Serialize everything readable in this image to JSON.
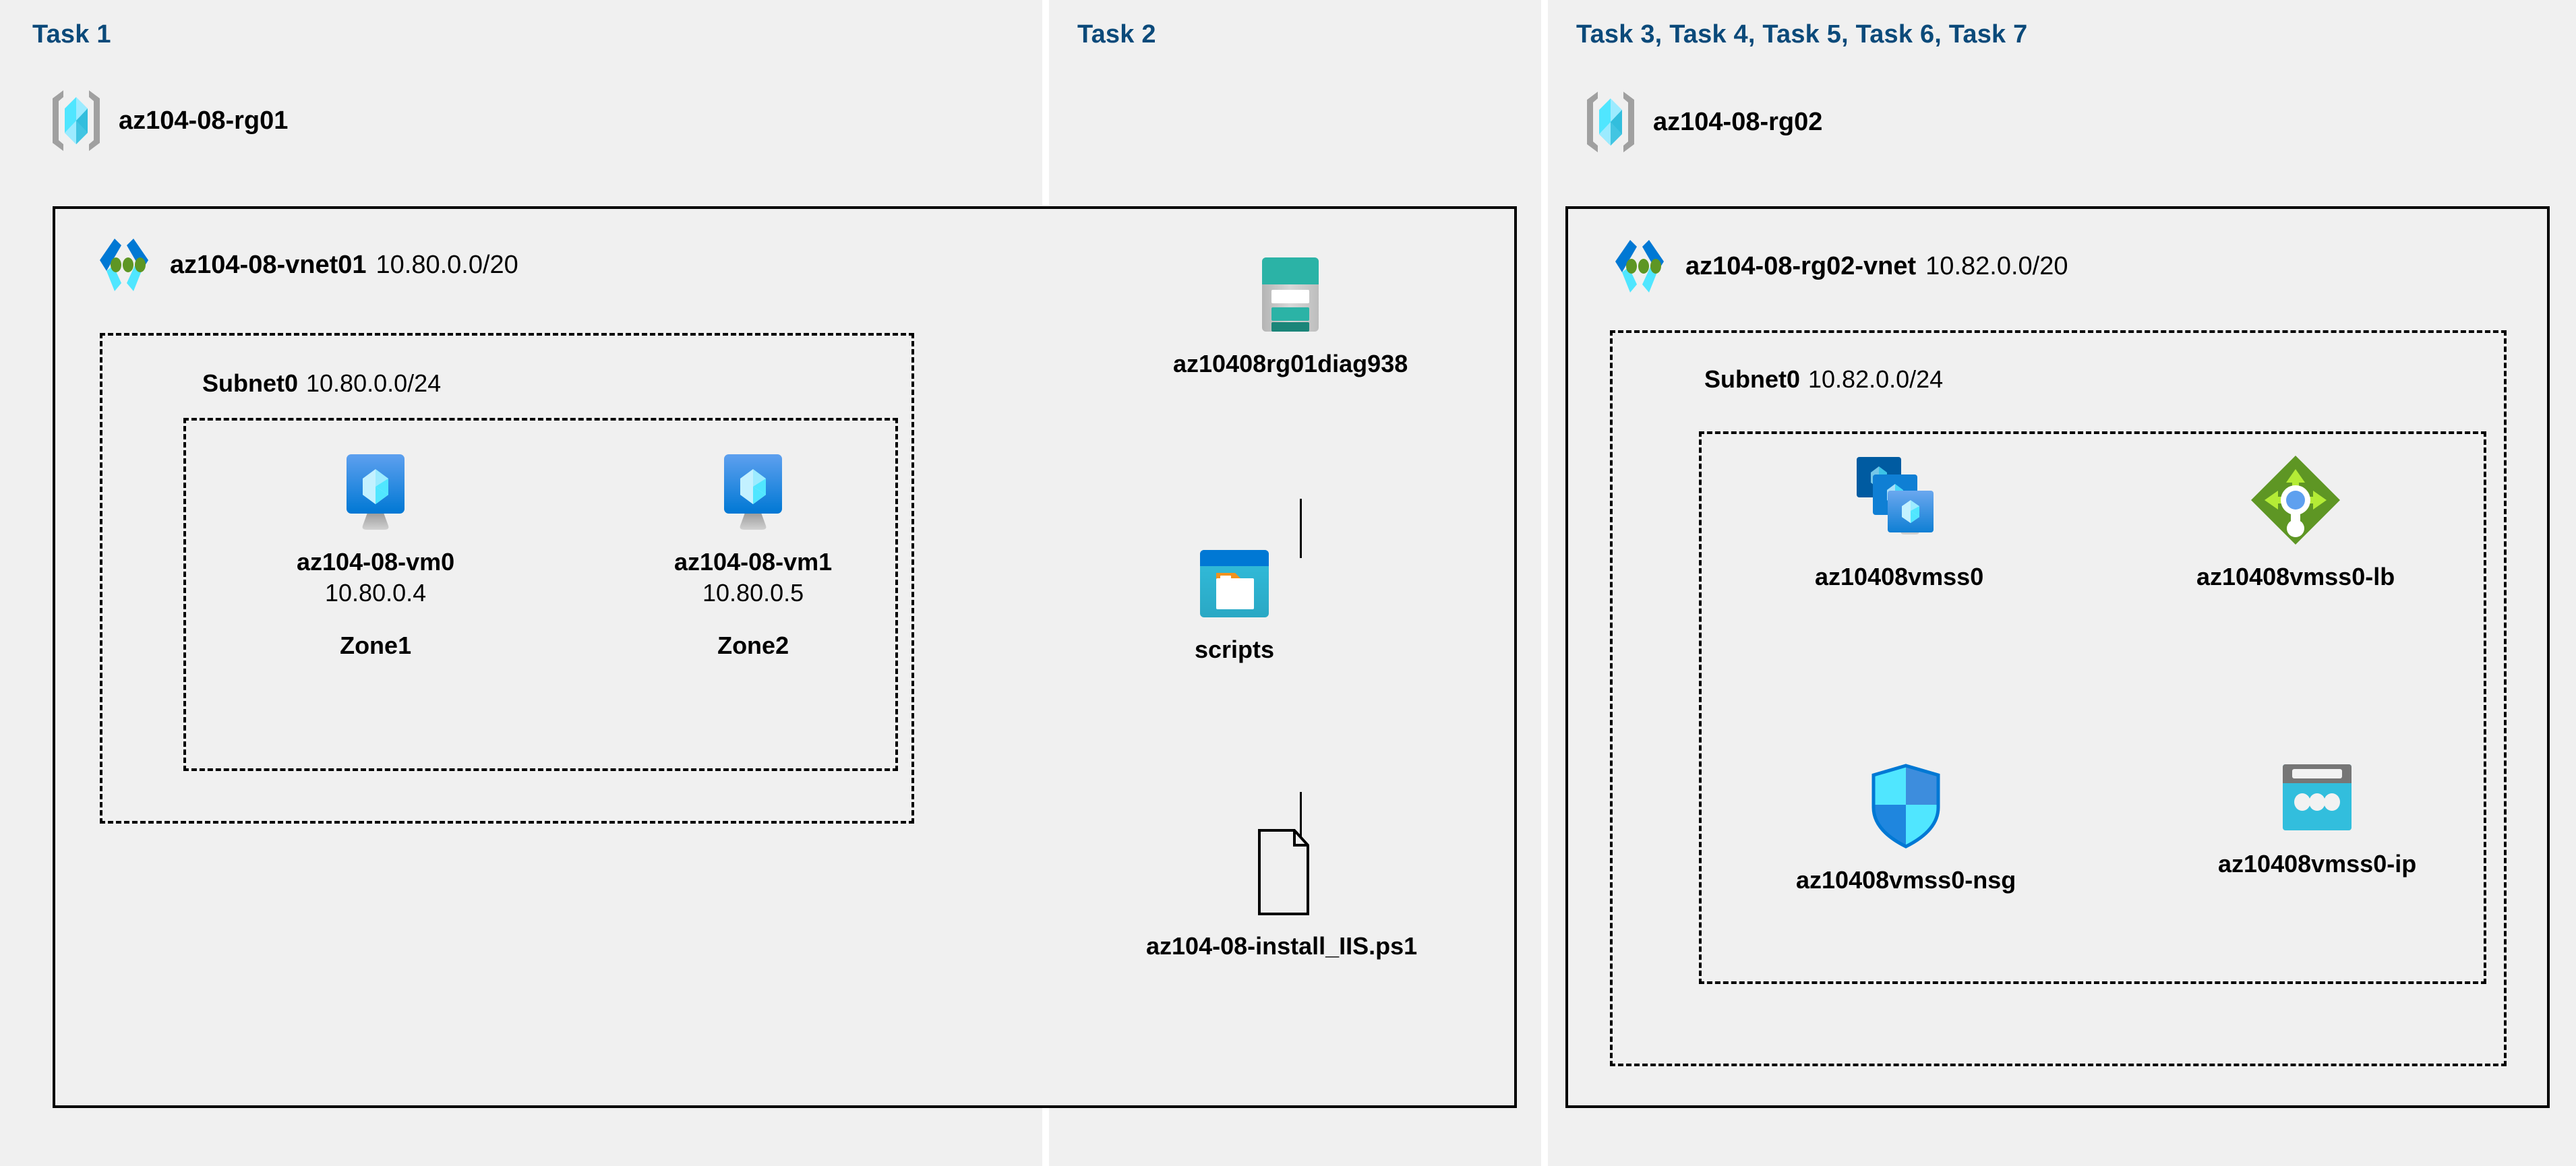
{
  "panels": [
    {
      "id": "task1",
      "label": "Task 1"
    },
    {
      "id": "task2",
      "label": "Task 2"
    },
    {
      "id": "task3",
      "label": "Task 3, Task 4, Task 5, Task 6, Task 7"
    }
  ],
  "colors": {
    "panel_background": "#f0f0f0",
    "task_label": "#0b4a7a",
    "border": "#000000",
    "azure_blue": "#0078d4",
    "cyan": "#32bedd",
    "teal": "#2bb3a6",
    "green": "#7fba00",
    "grey": "#9e9e9e"
  },
  "resource_groups": [
    {
      "name": "az104-08-rg01",
      "icon": "resource-group-icon"
    },
    {
      "name": "az104-08-rg02",
      "icon": "resource-group-icon"
    }
  ],
  "vnets": [
    {
      "name": "az104-08-vnet01",
      "cidr": "10.80.0.0/20",
      "icon": "virtual-network-icon"
    },
    {
      "name": "az104-08-rg02-vnet",
      "cidr": "10.82.0.0/20",
      "icon": "virtual-network-icon"
    }
  ],
  "subnets": [
    {
      "name": "Subnet0",
      "cidr": "10.80.0.0/24"
    },
    {
      "name": "Subnet0",
      "cidr": "10.82.0.0/24"
    }
  ],
  "virtual_machines": [
    {
      "name": "az104-08-vm0",
      "ip": "10.80.0.4",
      "zone": "Zone1",
      "icon": "virtual-machine-icon"
    },
    {
      "name": "az104-08-vm1",
      "ip": "10.80.0.5",
      "zone": "Zone2",
      "icon": "virtual-machine-icon"
    }
  ],
  "storage": [
    {
      "name": "az10408rg01diag938",
      "icon": "storage-account-icon"
    },
    {
      "name": "scripts",
      "icon": "blob-container-icon"
    },
    {
      "name": "az104-08-install_IIS.ps1",
      "icon": "script-file-icon"
    }
  ],
  "scale_set_resources": [
    {
      "name": "az10408vmss0",
      "icon": "vm-scale-set-icon"
    },
    {
      "name": "az10408vmss0-lb",
      "icon": "load-balancer-icon"
    },
    {
      "name": "az10408vmss0-nsg",
      "icon": "network-security-group-icon"
    },
    {
      "name": "az10408vmss0-ip",
      "icon": "public-ip-address-icon"
    }
  ]
}
